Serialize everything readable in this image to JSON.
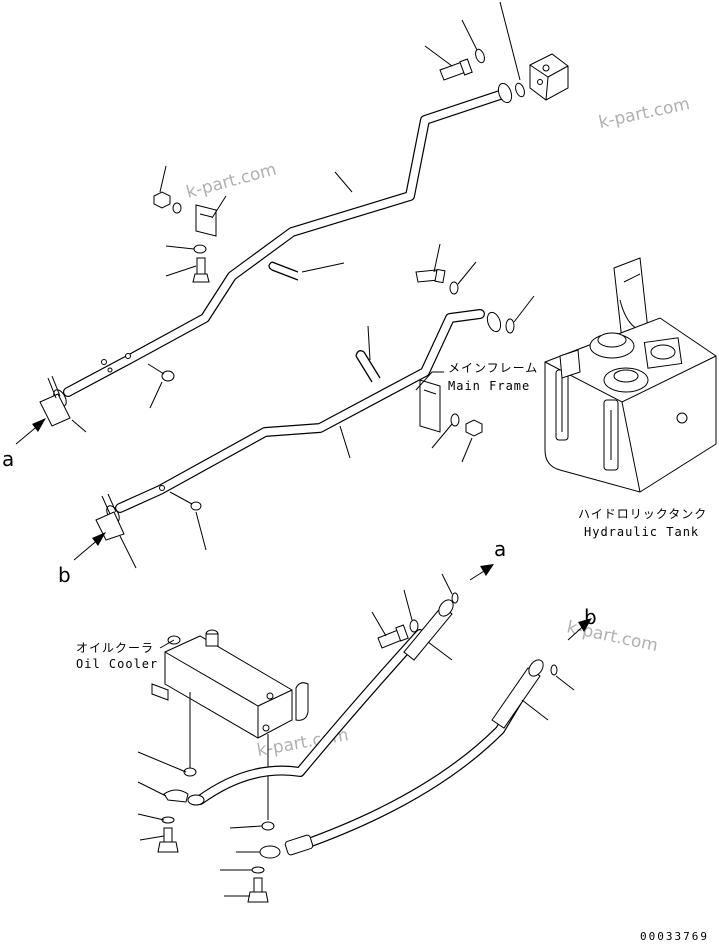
{
  "labels": {
    "main_frame_jp": "メインフレーム",
    "main_frame_en": "Main Frame",
    "hydraulic_tank_jp": "ハイドロリックタンク",
    "hydraulic_tank_en": "Hydraulic Tank",
    "oil_cooler_jp": "オイルクーラ",
    "oil_cooler_en": "Oil Cooler"
  },
  "connection_markers": {
    "a_left": "a",
    "b_left": "b",
    "a_right": "a",
    "b_right": "b"
  },
  "watermarks": [
    "k-part.com",
    "k-part.com",
    "k-part.com",
    "k-part.com"
  ],
  "drawing_number": "00033769"
}
